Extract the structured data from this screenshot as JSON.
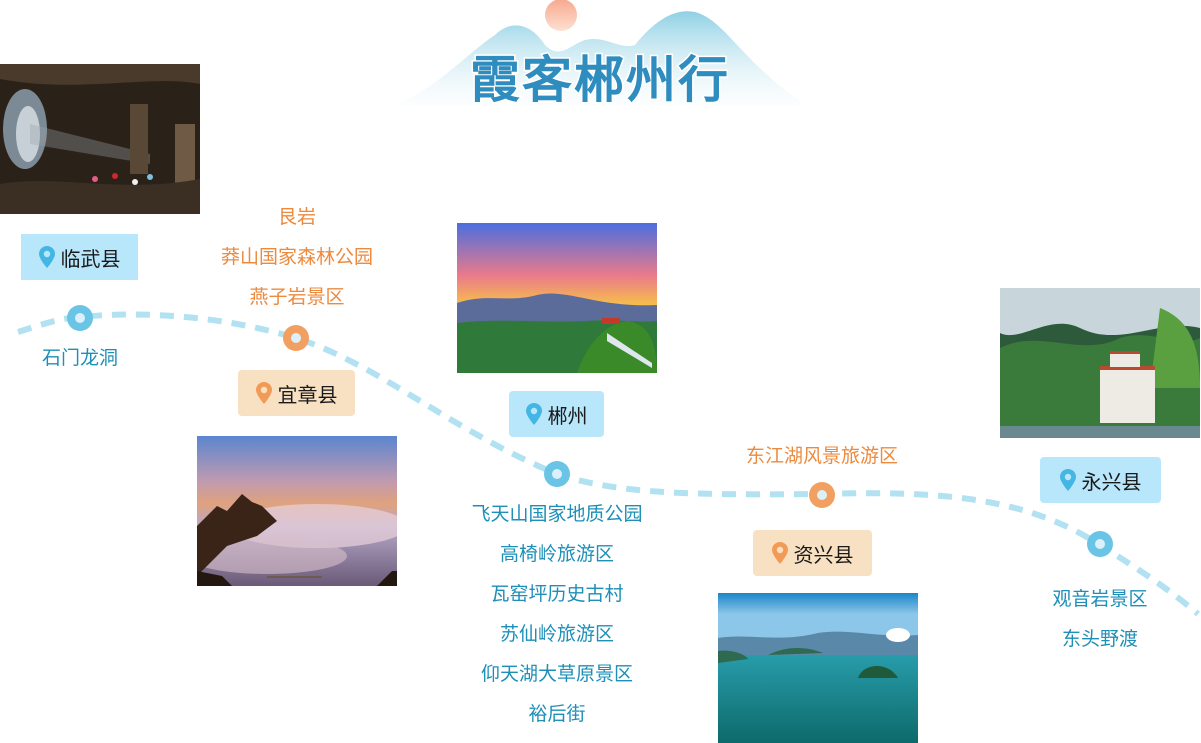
{
  "header": {
    "title": "霞客郴州行"
  },
  "colors": {
    "route_line": "#b2e1f2",
    "blue_marker": "#6ac4e6",
    "orange_marker": "#f2a061",
    "blue_badge_bg": "#b8e6fb",
    "orange_badge_bg": "#f8e1c2",
    "blue_text": "#1d8fb8",
    "orange_text": "#ec8a3e",
    "title_color": "#2e8cbf"
  },
  "stops": [
    {
      "county": "临武县",
      "theme": "blue",
      "icon": "location-pin-icon",
      "photo": "cave-photo",
      "spots": [
        "石门龙洞"
      ]
    },
    {
      "county": "宜章县",
      "theme": "orange",
      "icon": "location-pin-icon",
      "photo": "sea-of-clouds-photo",
      "spots": [
        "艮岩",
        "莽山国家森林公园",
        "燕子岩景区"
      ]
    },
    {
      "county": "郴州",
      "theme": "blue",
      "icon": "location-pin-icon",
      "photo": "sunset-mountain-photo",
      "spots": [
        "飞天山国家地质公园",
        "高椅岭旅游区",
        "瓦窑坪历史古村",
        "苏仙岭旅游区",
        "仰天湖大草原景区",
        "裕后街"
      ]
    },
    {
      "county": "资兴县",
      "theme": "orange",
      "icon": "location-pin-icon",
      "photo": "dongjiang-lake-photo",
      "spots": [
        "东江湖风景旅游区"
      ]
    },
    {
      "county": "永兴县",
      "theme": "blue",
      "icon": "location-pin-icon",
      "photo": "temple-cliff-photo",
      "spots": [
        "观音岩景区",
        "东头野渡"
      ]
    }
  ]
}
